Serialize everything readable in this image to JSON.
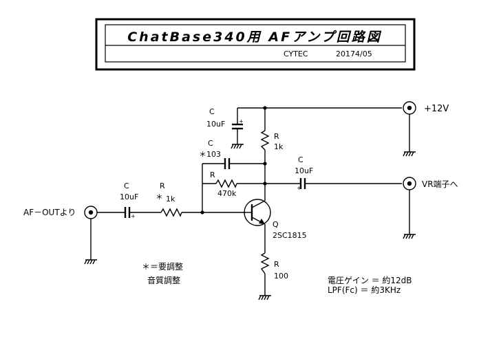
{
  "title": "ChatBase340用 AFアンプ回路図",
  "author": "CYTEC",
  "date": "20174/05",
  "supply_label": "+12V",
  "input_label": "AF－OUTより",
  "output_label": "VR端子へ",
  "components": {
    "c_input": {
      "name": "C",
      "value": "10uF"
    },
    "r_input": {
      "name": "R",
      "mark": "＊",
      "value": "1k"
    },
    "c_decouple": {
      "name": "C",
      "value": "10uF"
    },
    "r_collector": {
      "name": "R",
      "value": "1k"
    },
    "c_feedback": {
      "name": "C",
      "value": "＊103"
    },
    "r_bias": {
      "name": "R",
      "value": "470k"
    },
    "c_output": {
      "name": "C",
      "value": "10uF"
    },
    "transistor": {
      "name": "Q",
      "value": "2SC1815"
    },
    "r_emitter": {
      "name": "R",
      "value": "100"
    }
  },
  "notes": {
    "adjust_line1": "＊＝要調整",
    "adjust_line2": "音質調整",
    "gain": "電圧ゲイン ＝ 約12dB",
    "lpf": "LPF(Fc) ＝ 約3KHz"
  }
}
